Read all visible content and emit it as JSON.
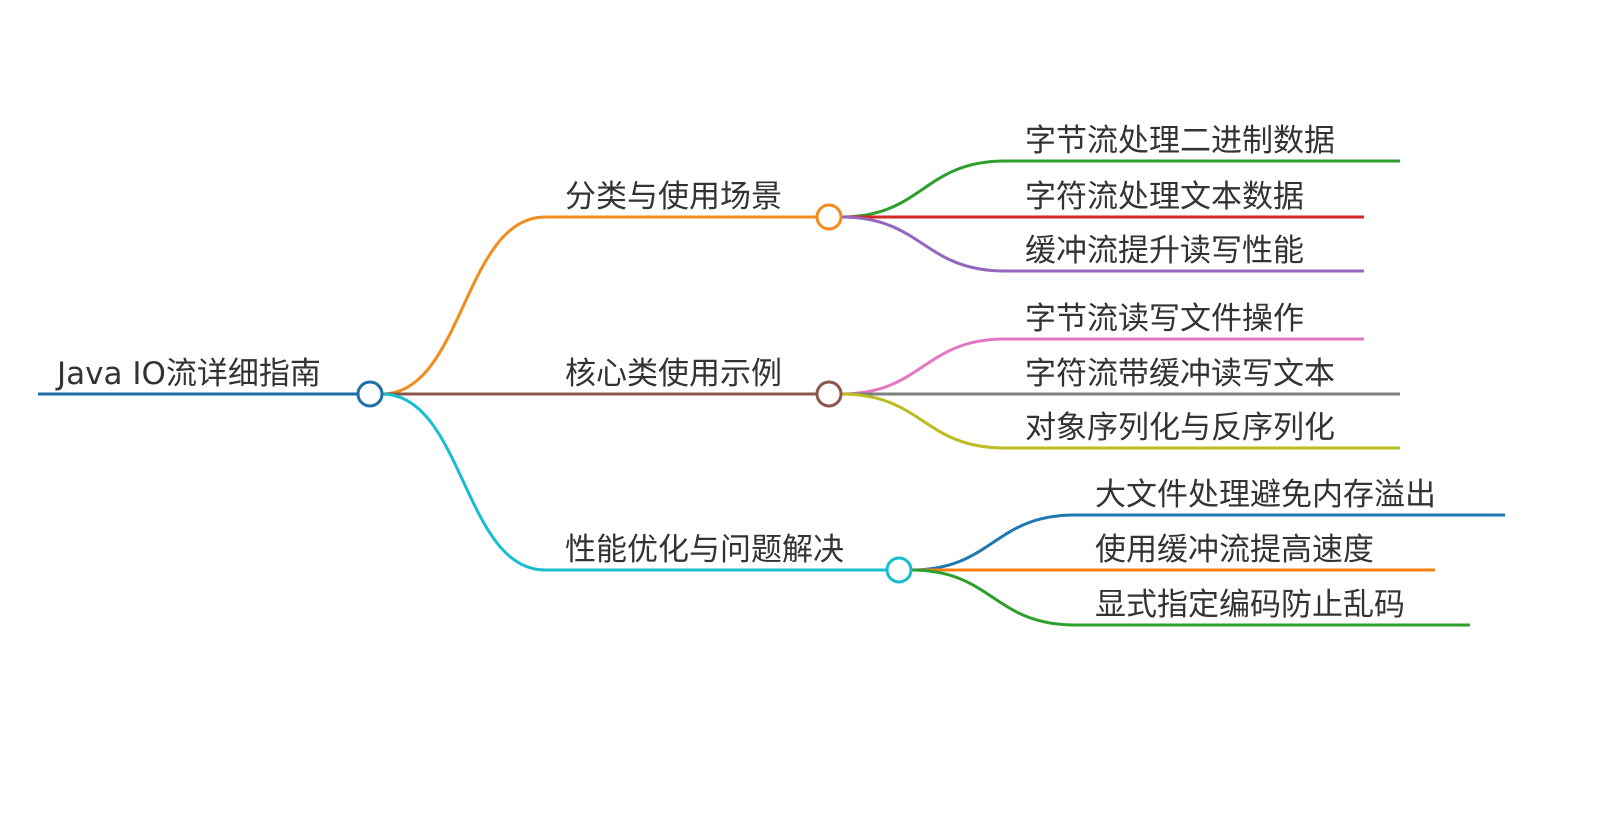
{
  "root": {
    "label": "Java IO流详细指南",
    "color": "#1f6fa8"
  },
  "branches": [
    {
      "label": "分类与使用场景",
      "color": "#f28c1c",
      "children": [
        {
          "label": "字节流处理二进制数据",
          "color": "#2ca02c"
        },
        {
          "label": "字符流处理文本数据",
          "color": "#d62728"
        },
        {
          "label": "缓冲流提升读写性能",
          "color": "#9467bd"
        }
      ]
    },
    {
      "label": "核心类使用示例",
      "color": "#8c564b",
      "children": [
        {
          "label": "字节流读写文件操作",
          "color": "#e377c2"
        },
        {
          "label": "字符流带缓冲读写文本",
          "color": "#7f7f7f"
        },
        {
          "label": "对象序列化与反序列化",
          "color": "#bcbd22"
        }
      ]
    },
    {
      "label": "性能优化与问题解决",
      "color": "#17becf",
      "children": [
        {
          "label": "大文件处理避免内存溢出",
          "color": "#1f77b4"
        },
        {
          "label": "使用缓冲流提高速度",
          "color": "#ff7f0e"
        },
        {
          "label": "显式指定编码防止乱码",
          "color": "#2ca02c"
        }
      ]
    }
  ]
}
